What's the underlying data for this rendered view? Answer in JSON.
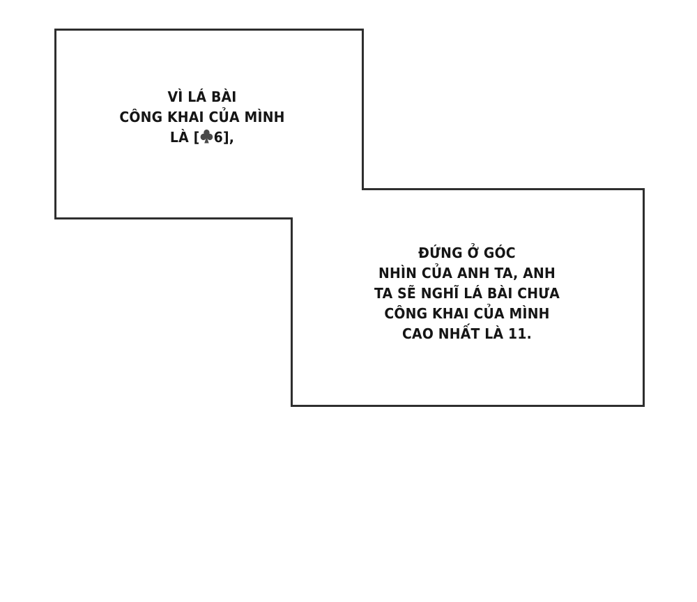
{
  "panel": {
    "background_color": "#ffffff",
    "border_color": "#2e2e2e",
    "icon_color": "#4a4a4a"
  },
  "caption_box_1": {
    "lines": [
      "VÌ LÁ BÀI",
      "CÔNG KHAI CỦA MÌNH"
    ],
    "last_line": {
      "prefix": "LÀ [",
      "icon": "club-suit-icon",
      "card_value": "6",
      "suffix": "],"
    }
  },
  "caption_box_2": {
    "lines": [
      "ĐỨNG Ở GÓC",
      "NHÌN CỦA ANH TA, ANH",
      "TA SẼ NGHĨ LÁ BÀI CHƯA",
      "CÔNG KHAI CỦA MÌNH",
      "CAO NHẤT LÀ 11."
    ]
  }
}
